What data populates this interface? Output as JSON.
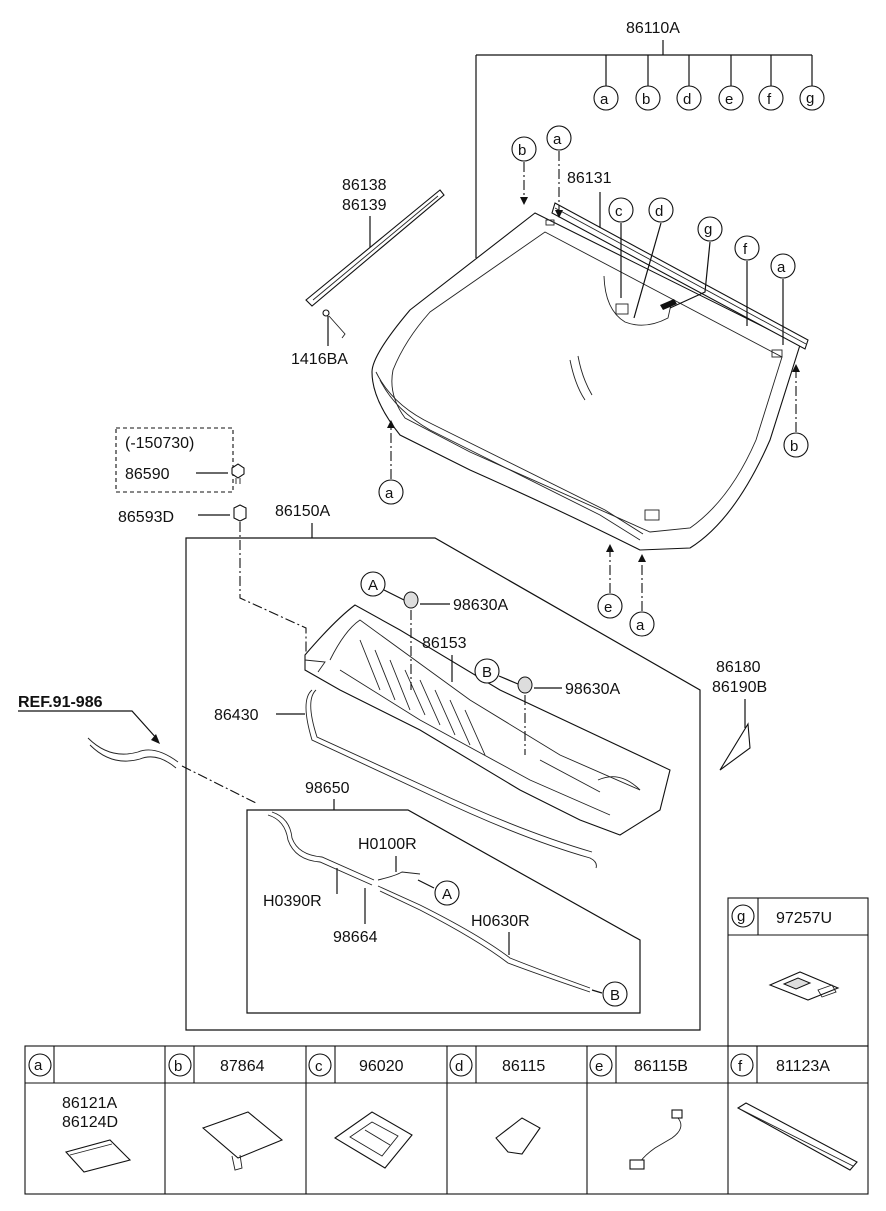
{
  "assembly_labels": {
    "windshield_assy": "86110A",
    "upper_molding": "86131",
    "side_molding_lh": "86138",
    "side_molding_rh": "86139",
    "clip": "1416BA",
    "date_note": "(-150730)",
    "retainer": "86590",
    "retainer_2": "86593D",
    "cowl_assy": "86150A",
    "cowl_panel": "86153",
    "nozzle": "98630A",
    "nozzle_2": "98630A",
    "deflector_lh": "86180",
    "deflector_rh": "86190B",
    "ref_label": "REF.91-986",
    "weatherstrip": "86430",
    "hose_assy": "98650",
    "hose_1": "H0100R",
    "hose_2": "H0390R",
    "connector": "98664",
    "hose_3": "H0630R",
    "bracket_g_part": "97257U"
  },
  "callouts": {
    "a": "a",
    "b": "b",
    "c": "c",
    "d": "d",
    "e": "e",
    "f": "f",
    "g": "g",
    "A": "A",
    "B": "B"
  },
  "legend": {
    "g_box": {
      "letter": "g",
      "part": "97257U"
    },
    "cells": [
      {
        "letter": "a",
        "part": "",
        "parts_inline": [
          "86121A",
          "86124D"
        ]
      },
      {
        "letter": "b",
        "part": "87864"
      },
      {
        "letter": "c",
        "part": "96020"
      },
      {
        "letter": "d",
        "part": "86115"
      },
      {
        "letter": "e",
        "part": "86115B"
      },
      {
        "letter": "f",
        "part": "81123A"
      }
    ]
  }
}
